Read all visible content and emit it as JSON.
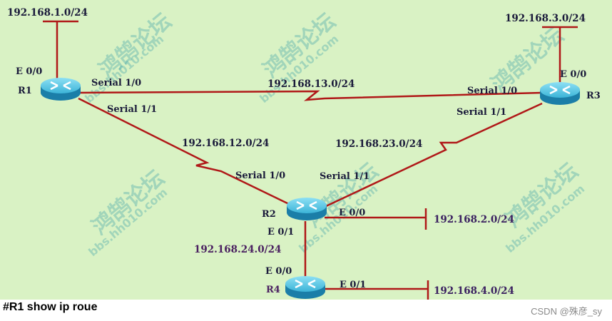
{
  "diagram": {
    "background_color": "#d9f2c4",
    "link_color": "#b01818",
    "router_color": "#2aa0c8",
    "watermark": {
      "cn": "鸿鹄论坛",
      "url": "bbs.hh010.com"
    },
    "routers": {
      "r1": {
        "name": "R1",
        "e00": "E 0/0",
        "s10": "Serial 1/0",
        "s11": "Serial 1/1"
      },
      "r2": {
        "name": "R2",
        "s10": "Serial 1/0",
        "s11": "Serial 1/1",
        "e00": "E 0/0",
        "e01": "E 0/1"
      },
      "r3": {
        "name": "R3",
        "e00": "E 0/0",
        "s10": "Serial 1/0",
        "s11": "Serial 1/1"
      },
      "r4": {
        "name": "R4",
        "e00": "E 0/0",
        "e01": "E 0/1"
      }
    },
    "networks": {
      "n1": "192.168.1.0/24",
      "n2": "192.168.2.0/24",
      "n3": "192.168.3.0/24",
      "n4": "192.168.4.0/24",
      "n12": "192.168.12.0/24",
      "n13": "192.168.13.0/24",
      "n23": "192.168.23.0/24",
      "n24": "192.168.24.0/24"
    }
  },
  "caption": "#R1 show ip roue",
  "credit": "CSDN @殊彦_sy"
}
